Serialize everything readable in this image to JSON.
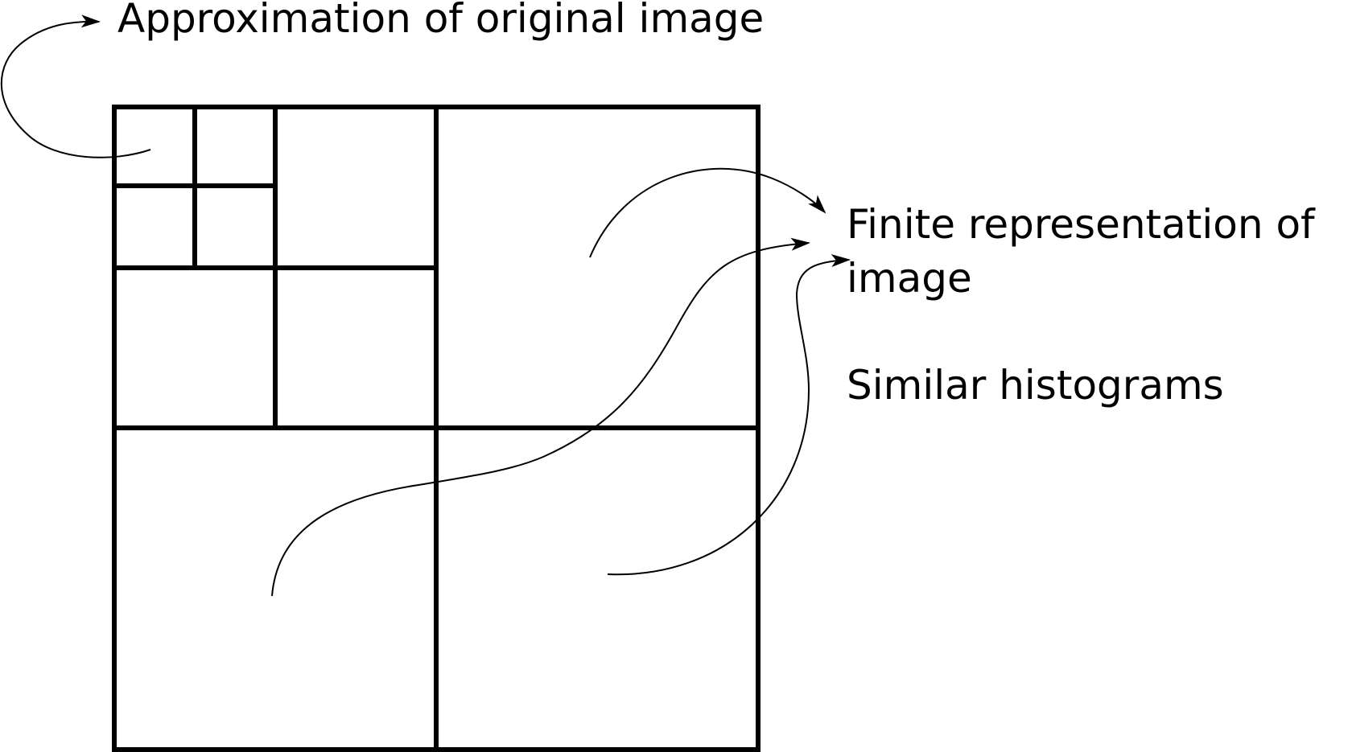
{
  "labels": {
    "approximation": "Approximation of original image",
    "finite_line1": "Finite representation of",
    "finite_line2": "image",
    "similar": "Similar histograms"
  },
  "colors": {
    "stroke": "#000000",
    "background": "#ffffff"
  }
}
